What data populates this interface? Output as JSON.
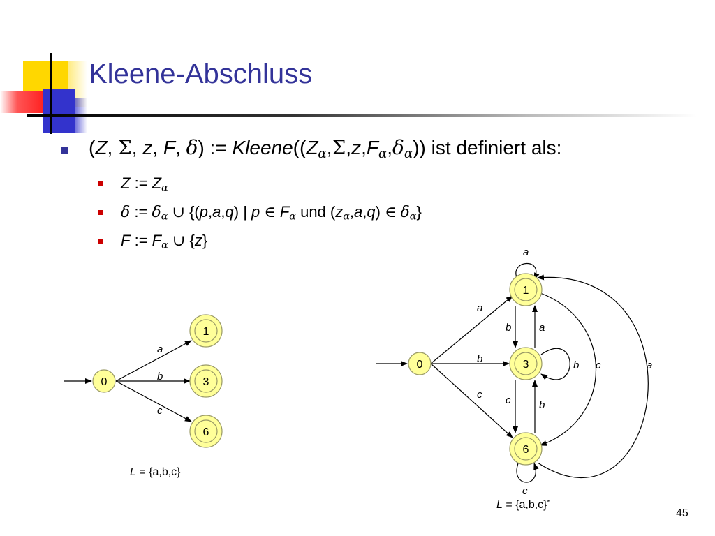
{
  "slide": {
    "title": "Kleene-Abschluss",
    "page_number": "45",
    "bullet": {
      "open_paren": "(",
      "z_upper": "Z",
      "comma1": ",",
      "sigma": "Σ",
      "comma2": ",",
      "z_lower": "z",
      "comma3": ",",
      "f_upper": "F",
      "comma4": ",",
      "delta": "δ",
      "close_def": ") :=",
      "kleene": "Kleene",
      "open_args": "((",
      "arg_z": "Z",
      "alpha": "α",
      "arg_sep1": ",",
      "arg_sigma": "Σ",
      "arg_sep2": ",",
      "arg_z_lower": "z",
      "arg_sep3": ",",
      "arg_f": "F",
      "arg_sep4": ",",
      "arg_delta": "δ",
      "close_args": "))",
      "suffix": "ist definiert als:"
    },
    "sub_z": {
      "lhs": "Z",
      "assign": ":=",
      "rhs": "Z",
      "sub": "α"
    },
    "sub_delta": {
      "lhs": "δ",
      "assign": ":=",
      "rhs": "δ",
      "sub": "α",
      "union": "∪",
      "set_open": "{(",
      "p": "p",
      "c1": ",",
      "a": "a",
      "c2": ",",
      "q": "q",
      "close_pair": ")",
      "bar": "|",
      "p2": "p",
      "in": "∈",
      "f": "F",
      "f_sub": "α",
      "und": "und",
      "pair_open": "(",
      "z": "z",
      "z_sub": "α",
      "c3": ",",
      "a2": "a",
      "c4": ",",
      "q2": "q",
      "pair_close": ")",
      "in2": "∈",
      "delta2": "δ",
      "delta2_sub": "α",
      "set_close": "}"
    },
    "sub_f": {
      "lhs": "F",
      "assign": ":=",
      "rhs": "F",
      "sub": "α",
      "union": "∪",
      "set_open": "{",
      "z": "z",
      "set_close": "}"
    }
  },
  "left_automaton": {
    "nodes": [
      {
        "id": "0",
        "label": "0",
        "accepting": false
      },
      {
        "id": "1",
        "label": "1",
        "accepting": true
      },
      {
        "id": "3",
        "label": "3",
        "accepting": true
      },
      {
        "id": "6",
        "label": "6",
        "accepting": true
      }
    ],
    "edges": [
      {
        "from": "0",
        "to": "1",
        "label": "a"
      },
      {
        "from": "0",
        "to": "3",
        "label": "b"
      },
      {
        "from": "0",
        "to": "6",
        "label": "c"
      }
    ],
    "language": {
      "var": "L",
      "eq": "= {a,b,c}"
    }
  },
  "right_automaton": {
    "nodes": [
      {
        "id": "0",
        "label": "0",
        "accepting": false
      },
      {
        "id": "1",
        "label": "1",
        "accepting": true
      },
      {
        "id": "3",
        "label": "3",
        "accepting": true
      },
      {
        "id": "6",
        "label": "6",
        "accepting": true
      }
    ],
    "edges": [
      {
        "from": "1",
        "to": "1",
        "label": "a"
      },
      {
        "from": "0",
        "to": "1",
        "label": "a"
      },
      {
        "from": "0",
        "to": "3",
        "label": "b"
      },
      {
        "from": "0",
        "to": "6",
        "label": "c"
      },
      {
        "from": "1",
        "to": "3",
        "label": "b"
      },
      {
        "from": "3",
        "to": "1",
        "label": "a"
      },
      {
        "from": "3",
        "to": "3",
        "label": "b"
      },
      {
        "from": "3",
        "to": "6",
        "label": "c"
      },
      {
        "from": "6",
        "to": "3",
        "label": "b"
      },
      {
        "from": "1",
        "to": "6",
        "label": "c"
      },
      {
        "from": "6",
        "to": "1",
        "label": "a"
      },
      {
        "from": "6",
        "to": "6",
        "label": "c"
      }
    ],
    "language": {
      "var": "L",
      "eq": "= {a,b,c}",
      "star": "*"
    }
  },
  "colors": {
    "title": "#333399",
    "bullet_main": "#333399",
    "bullet_sub": "#cc0000",
    "state_fill": "#ffff99",
    "state_stroke": "#999966",
    "decor_yellow": "#ffd700",
    "decor_blue": "#3333cc",
    "decor_red": "#ff3333"
  }
}
